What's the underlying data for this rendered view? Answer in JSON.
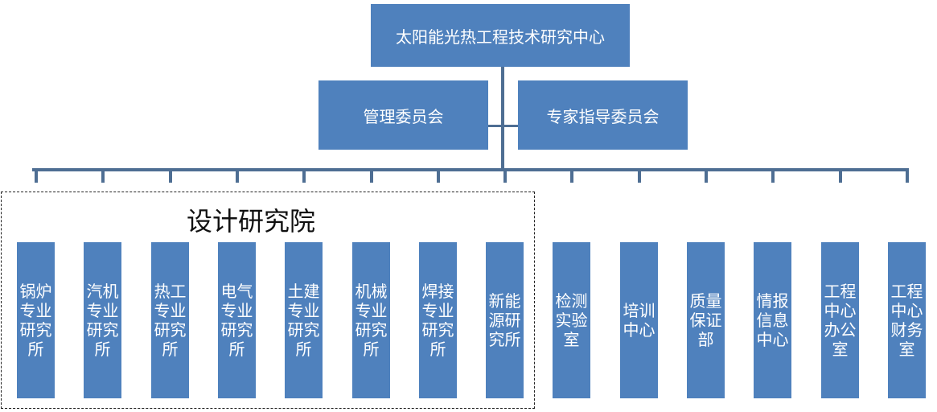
{
  "root": "太阳能光热工程技术研究中心",
  "committees": [
    "管理委员会",
    "专家指导委员会"
  ],
  "design_group_title": "设计研究院",
  "units": [
    "锅炉专业研究所",
    "汽机专业研究所",
    "热工专业研究所",
    "电气专业研究所",
    "土建专业研究所",
    "机械专业研究所",
    "焊接专业研究所",
    "新能源研究所",
    "检测实验室",
    "培训中心",
    "质量保证部",
    "情报信息中心",
    "工程中心办公室",
    "工程中心财务室"
  ]
}
